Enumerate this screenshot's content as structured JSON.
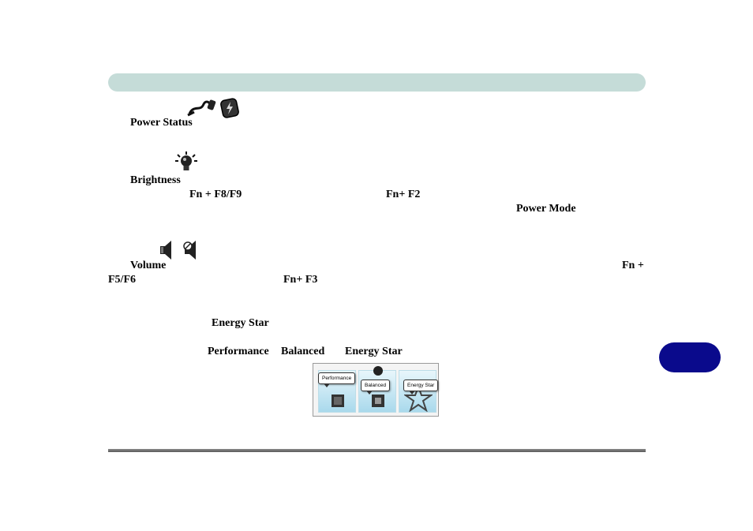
{
  "header": {},
  "power_status": {
    "label": "Power Status"
  },
  "brightness": {
    "label": "Brightness",
    "key_1": "Fn + F8/F9",
    "key_2": "Fn+ F2",
    "power_mode": "Power Mode"
  },
  "volume": {
    "label": "Volume",
    "key_1a": "Fn +",
    "key_1b": "F5/F6",
    "key_2": "Fn+ F3"
  },
  "energy": {
    "energy_star": "Energy Star",
    "performance": "Performance",
    "balanced": "Balanced",
    "energy_star_2": "Energy Star"
  },
  "mode_panel": {
    "performance": "Performance",
    "balanced": "Balanced",
    "energy_star": "Energy Star"
  },
  "colors": {
    "header_bar": "#c5dcd8",
    "chapter_tab": "#0a0a8c",
    "footer_rule": "#6e6e6e"
  },
  "icons": [
    "power-plug-icon",
    "battery-icon",
    "lightbulb-icon",
    "speaker-icon",
    "speaker-mute-icon"
  ]
}
